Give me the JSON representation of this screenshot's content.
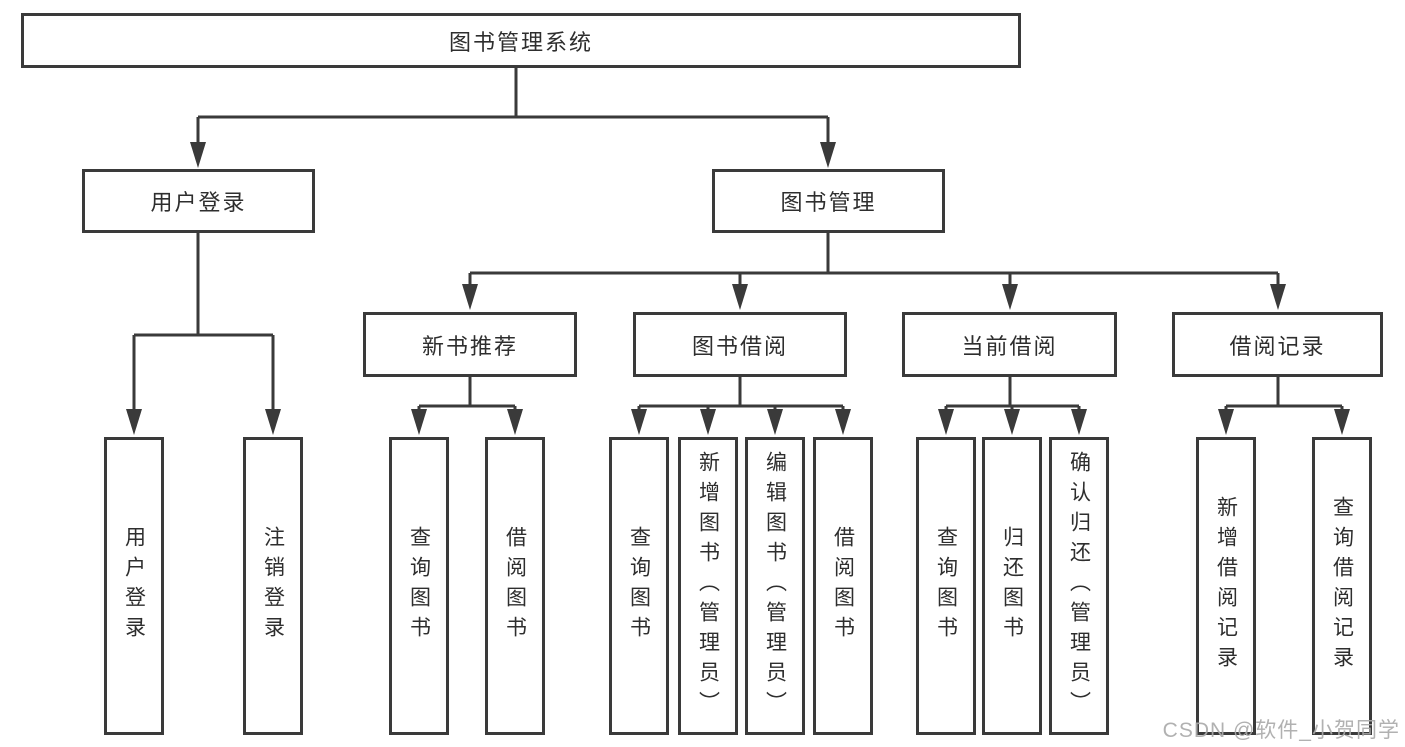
{
  "diagram": {
    "root": "图书管理系统",
    "level2": [
      "用户登录",
      "图书管理"
    ],
    "level3": [
      "新书推荐",
      "图书借阅",
      "当前借阅",
      "借阅记录"
    ],
    "leaves": {
      "user_login": [
        "用户登录",
        "注销登录"
      ],
      "new_book_recommend": [
        "查询图书",
        "借阅图书"
      ],
      "book_borrow": [
        "查询图书",
        "新增图书（管理员）",
        "编辑图书（管理员）",
        "借阅图书"
      ],
      "current_borrow": [
        "查询图书",
        "归还图书",
        "确认归还（管理员）"
      ],
      "borrow_record": [
        "新增借阅记录",
        "查询借阅记录"
      ]
    }
  },
  "watermark": "CSDN @软件_小贺同学",
  "colors": {
    "line": "#3a3a3a",
    "text": "#2e2e2e",
    "box_background": "#ffffff",
    "watermark": "#aaaaaa",
    "background": "#ffffff"
  }
}
